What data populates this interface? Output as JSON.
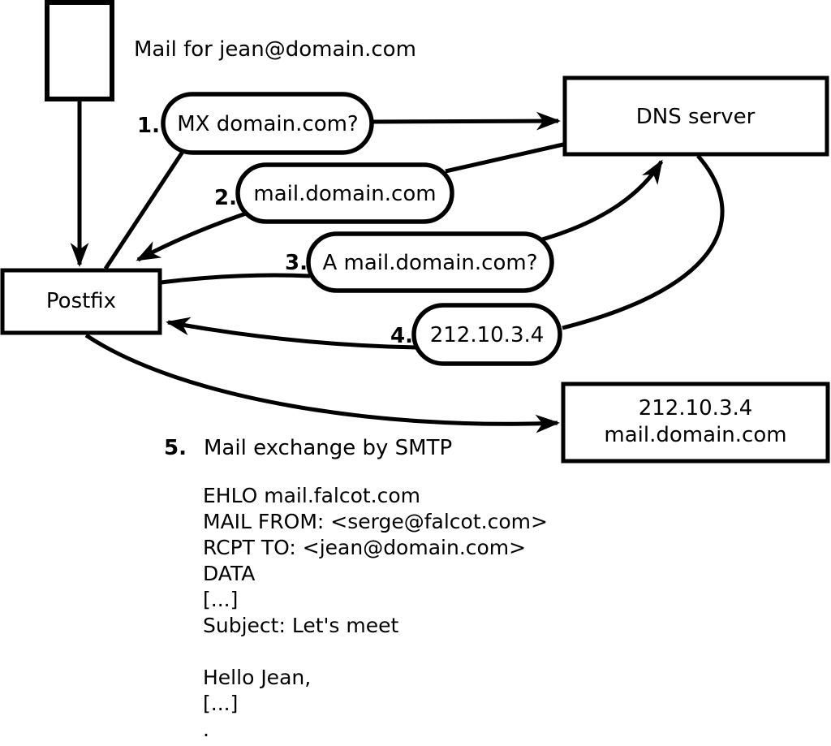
{
  "note": {
    "text": "Mail for jean@domain.com"
  },
  "nodes": {
    "postfix": {
      "label": "Postfix"
    },
    "dns_server": {
      "label": "DNS server"
    },
    "mail_server": {
      "line1": "212.10.3.4",
      "line2": "mail.domain.com"
    }
  },
  "steps": [
    {
      "num": "1.",
      "label": "MX domain.com?"
    },
    {
      "num": "2.",
      "label": "mail.domain.com"
    },
    {
      "num": "3.",
      "label": "A mail.domain.com?"
    },
    {
      "num": "4.",
      "label": "212.10.3.4"
    },
    {
      "num": "5.",
      "label": "Mail exchange by SMTP"
    }
  ],
  "smtp_session": {
    "text": "EHLO mail.falcot.com\nMAIL FROM: <serge@falcot.com>\nRCPT TO: <jean@domain.com>\nDATA\n[...]\nSubject: Let's meet\n\nHello Jean,\n[...]\n."
  },
  "colors": {
    "stroke": "#000000",
    "fill": "#ffffff",
    "background": "#ffffff"
  }
}
